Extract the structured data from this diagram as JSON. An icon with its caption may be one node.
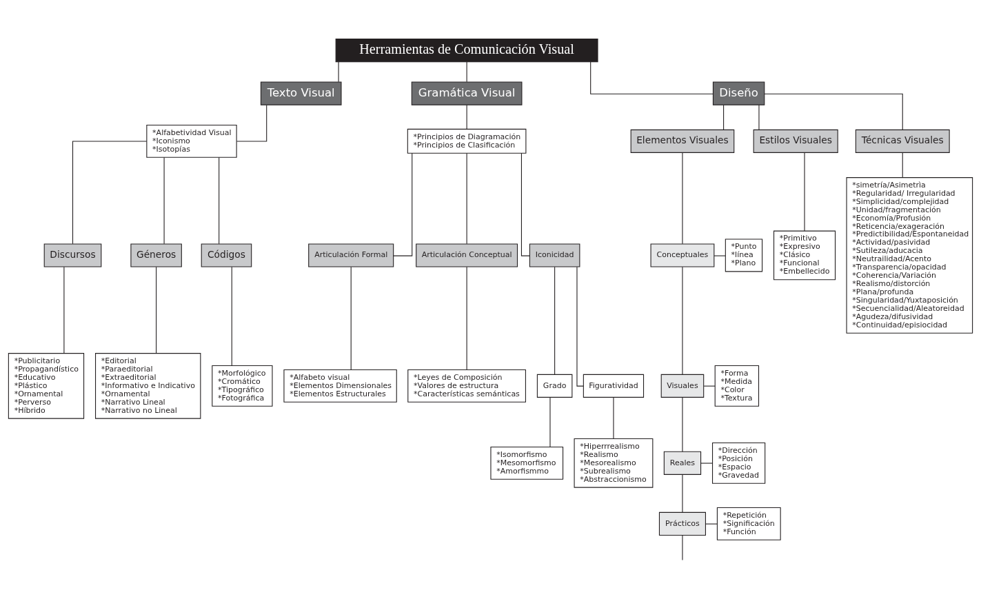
{
  "diagram": {
    "nodes": [
      {
        "text": [
          "Herramientas de Comunicación Visual"
        ]
      },
      {
        "text": [
          "Texto Visual"
        ]
      },
      {
        "text": [
          "Gramática Visual"
        ]
      },
      {
        "text": [
          "Diseño"
        ]
      },
      {
        "text": [
          "*Alfabetividad Visual *Iconismo *Isotopías"
        ]
      },
      {
        "text": [
          "Discursos"
        ]
      },
      {
        "text": [
          "Géneros"
        ]
      },
      {
        "text": [
          "Códigos"
        ]
      },
      {
        "text": [
          "*Publicitario *Propagandístico *Educativo *Plástico *Ornamental *Perverso *Híbrido"
        ]
      },
      {
        "text": [
          "*Editorial *Paraeditorial *Extraeditorial *Informativo e Indicativo *Ornamental *Narrativo Lineal *Narrativo no Lineal"
        ]
      },
      {
        "text": [
          "*Morfológico *Cromático *Tipográfico *Fotográfica"
        ]
      },
      {
        "text": [
          "*Principios de Diagramación *Principios de Clasificación"
        ]
      },
      {
        "text": [
          "Articulación Formal"
        ]
      },
      {
        "text": [
          "Articulación Conceptual"
        ]
      },
      {
        "text": [
          "*Alfabeto visual *Elementos Dimensionales *Elementos Estructurales"
        ]
      },
      {
        "text": [
          "*Leyes de Composición *Valores de estructura *Características semánticas"
        ]
      },
      {
        "text": [
          "Iconicidad"
        ]
      },
      {
        "text": [
          "Grado"
        ]
      },
      {
        "text": [
          "Figuratividad"
        ]
      },
      {
        "text": [
          "*Isomorfismo *Mesomorfismo *Amorfismmo"
        ]
      },
      {
        "text": [
          "*Hiperrrealismo *Realismo *Mesorealismo *Subrealismo *Abstraccionismo"
        ]
      },
      {
        "text": [
          "Elementos Visuales"
        ]
      },
      {
        "text": [
          "Estilos Visuales"
        ]
      },
      {
        "text": [
          "Técnicas Visuales"
        ]
      },
      {
        "text": [
          "Conceptuales"
        ]
      },
      {
        "text": [
          "*Punto *línea *Plano"
        ]
      },
      {
        "text": [
          "Visuales"
        ]
      },
      {
        "text": [
          "*Forma *Medida *Color *Textura"
        ]
      },
      {
        "text": [
          "Reales"
        ]
      },
      {
        "text": [
          "*Dirección *Posición *Espacio *Gravedad"
        ]
      },
      {
        "text": [
          "Prácticos"
        ]
      },
      {
        "text": [
          "*Repetición *Significación *Función"
        ]
      },
      {
        "text": [
          "*Primitivo *Expresivo *Clásico *Funcional *Embellecido"
        ]
      },
      {
        "text": [
          "*simetría/Asimetrìa *Regularidad/ Irregularidad *Simplicidad/complejidad *Unidad/fragmentación *Economía/Profusión *Reticencia/exageración *Predictibilidad/Espontaneidad *Actividad/pasividad *Sutileza/aducacia *Neutrailidad/Acento *Transparencia/opacidad *Coherencia/Variación *Realismo/distorción *Plana/profunda *Singularidad/Yuxtaposición *Secuencialidad/Aleatoreidad *Agudeza/difusividad *Continuidad/episiocidad"
        ]
      }
    ],
    "edges": [
      {
        "from": 0,
        "to": 1,
        "arrow": "none"
      },
      {
        "from": 0,
        "to": 2,
        "arrow": "none"
      },
      {
        "from": 0,
        "to": 3,
        "arrow": "none"
      },
      {
        "from": 1,
        "to": 4,
        "arrow": "none"
      },
      {
        "from": 4,
        "to": 5,
        "arrow": "none"
      },
      {
        "from": 4,
        "to": 6,
        "arrow": "none"
      },
      {
        "from": 4,
        "to": 7,
        "arrow": "none"
      },
      {
        "from": 5,
        "to": 8,
        "arrow": "none"
      },
      {
        "from": 6,
        "to": 9,
        "arrow": "none"
      },
      {
        "from": 7,
        "to": 10,
        "arrow": "none"
      },
      {
        "from": 2,
        "to": 11,
        "arrow": "none"
      },
      {
        "from": 11,
        "to": 12,
        "arrow": "none"
      },
      {
        "from": 11,
        "to": 13,
        "arrow": "none"
      },
      {
        "from": 11,
        "to": 16,
        "arrow": "none"
      },
      {
        "from": 12,
        "to": 14,
        "arrow": "none"
      },
      {
        "from": 13,
        "to": 15,
        "arrow": "none"
      },
      {
        "from": 16,
        "to": 17,
        "arrow": "none"
      },
      {
        "from": 16,
        "to": 18,
        "arrow": "none"
      },
      {
        "from": 17,
        "to": 19,
        "arrow": "none"
      },
      {
        "from": 18,
        "to": 20,
        "arrow": "none"
      },
      {
        "from": 3,
        "to": 21,
        "arrow": "none"
      },
      {
        "from": 3,
        "to": 22,
        "arrow": "none"
      },
      {
        "from": 3,
        "to": 23,
        "arrow": "none"
      },
      {
        "from": 21,
        "to": 24,
        "arrow": "none"
      },
      {
        "from": 24,
        "to": 25,
        "arrow": "none"
      },
      {
        "from": 24,
        "to": 26,
        "arrow": "none"
      },
      {
        "from": 26,
        "to": 27,
        "arrow": "none"
      },
      {
        "from": 26,
        "to": 28,
        "arrow": "none"
      },
      {
        "from": 28,
        "to": 29,
        "arrow": "none"
      },
      {
        "from": 28,
        "to": 30,
        "arrow": "none"
      },
      {
        "from": 30,
        "to": 31,
        "arrow": "none"
      },
      {
        "from": 30,
        "to": null,
        "arrow": "none"
      },
      {
        "from": 22,
        "to": 32,
        "arrow": "none"
      },
      {
        "from": 23,
        "to": 33,
        "arrow": "none"
      }
    ]
  }
}
